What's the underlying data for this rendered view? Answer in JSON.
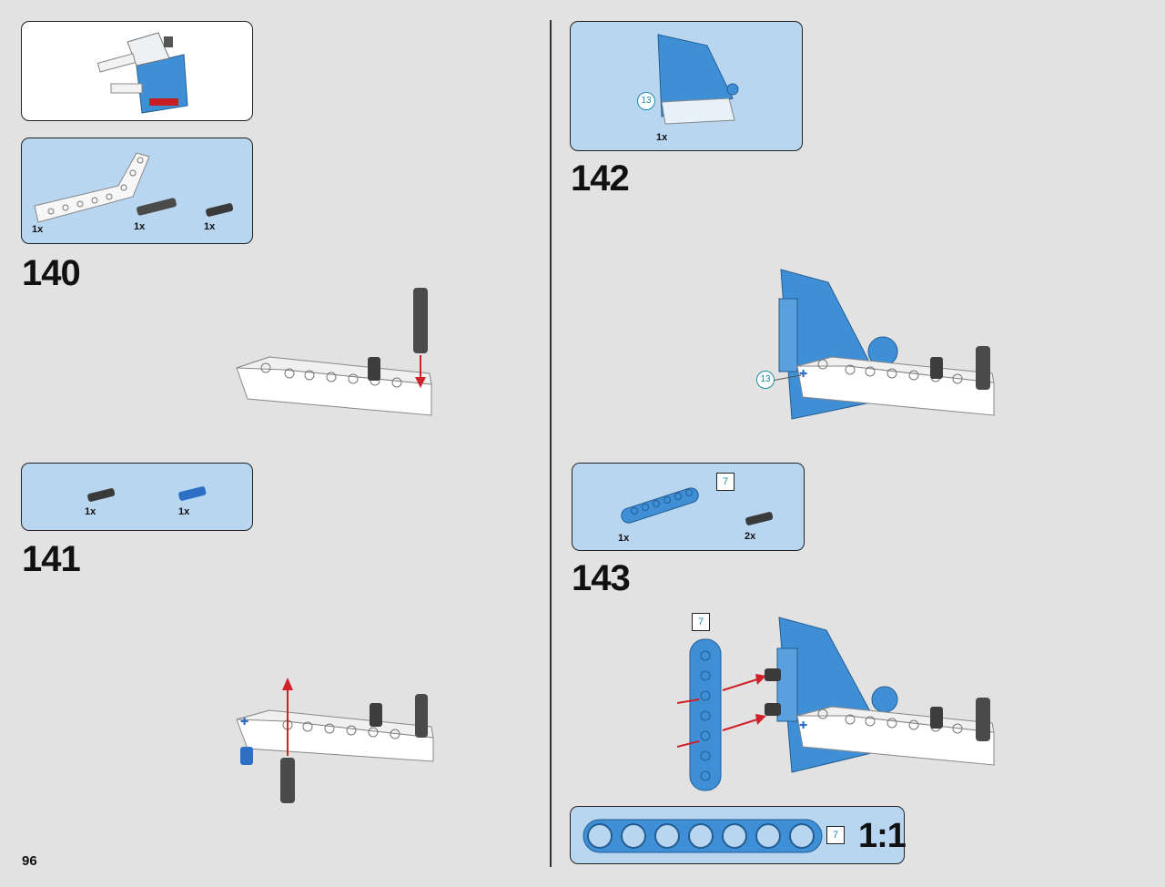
{
  "page": {
    "number": "96"
  },
  "steps": {
    "s140": {
      "number": "140",
      "parts": [
        "1x",
        "1x",
        "1x"
      ]
    },
    "s141": {
      "number": "141",
      "parts": [
        "1x",
        "1x"
      ]
    },
    "s142": {
      "number": "142",
      "parts": [
        "1x"
      ],
      "callout": "13",
      "model_callout": "13"
    },
    "s143": {
      "number": "143",
      "parts": [
        "1x",
        "2x"
      ],
      "part_length": "7",
      "model_length": "7"
    }
  },
  "scale_ruler": {
    "length": "7",
    "label": "1:1"
  },
  "colors": {
    "part_bg": "#b9d6f0",
    "brick_blue": "#3f8fd6",
    "arrow_red": "#d0202a",
    "callout": "#1a8fa8"
  }
}
